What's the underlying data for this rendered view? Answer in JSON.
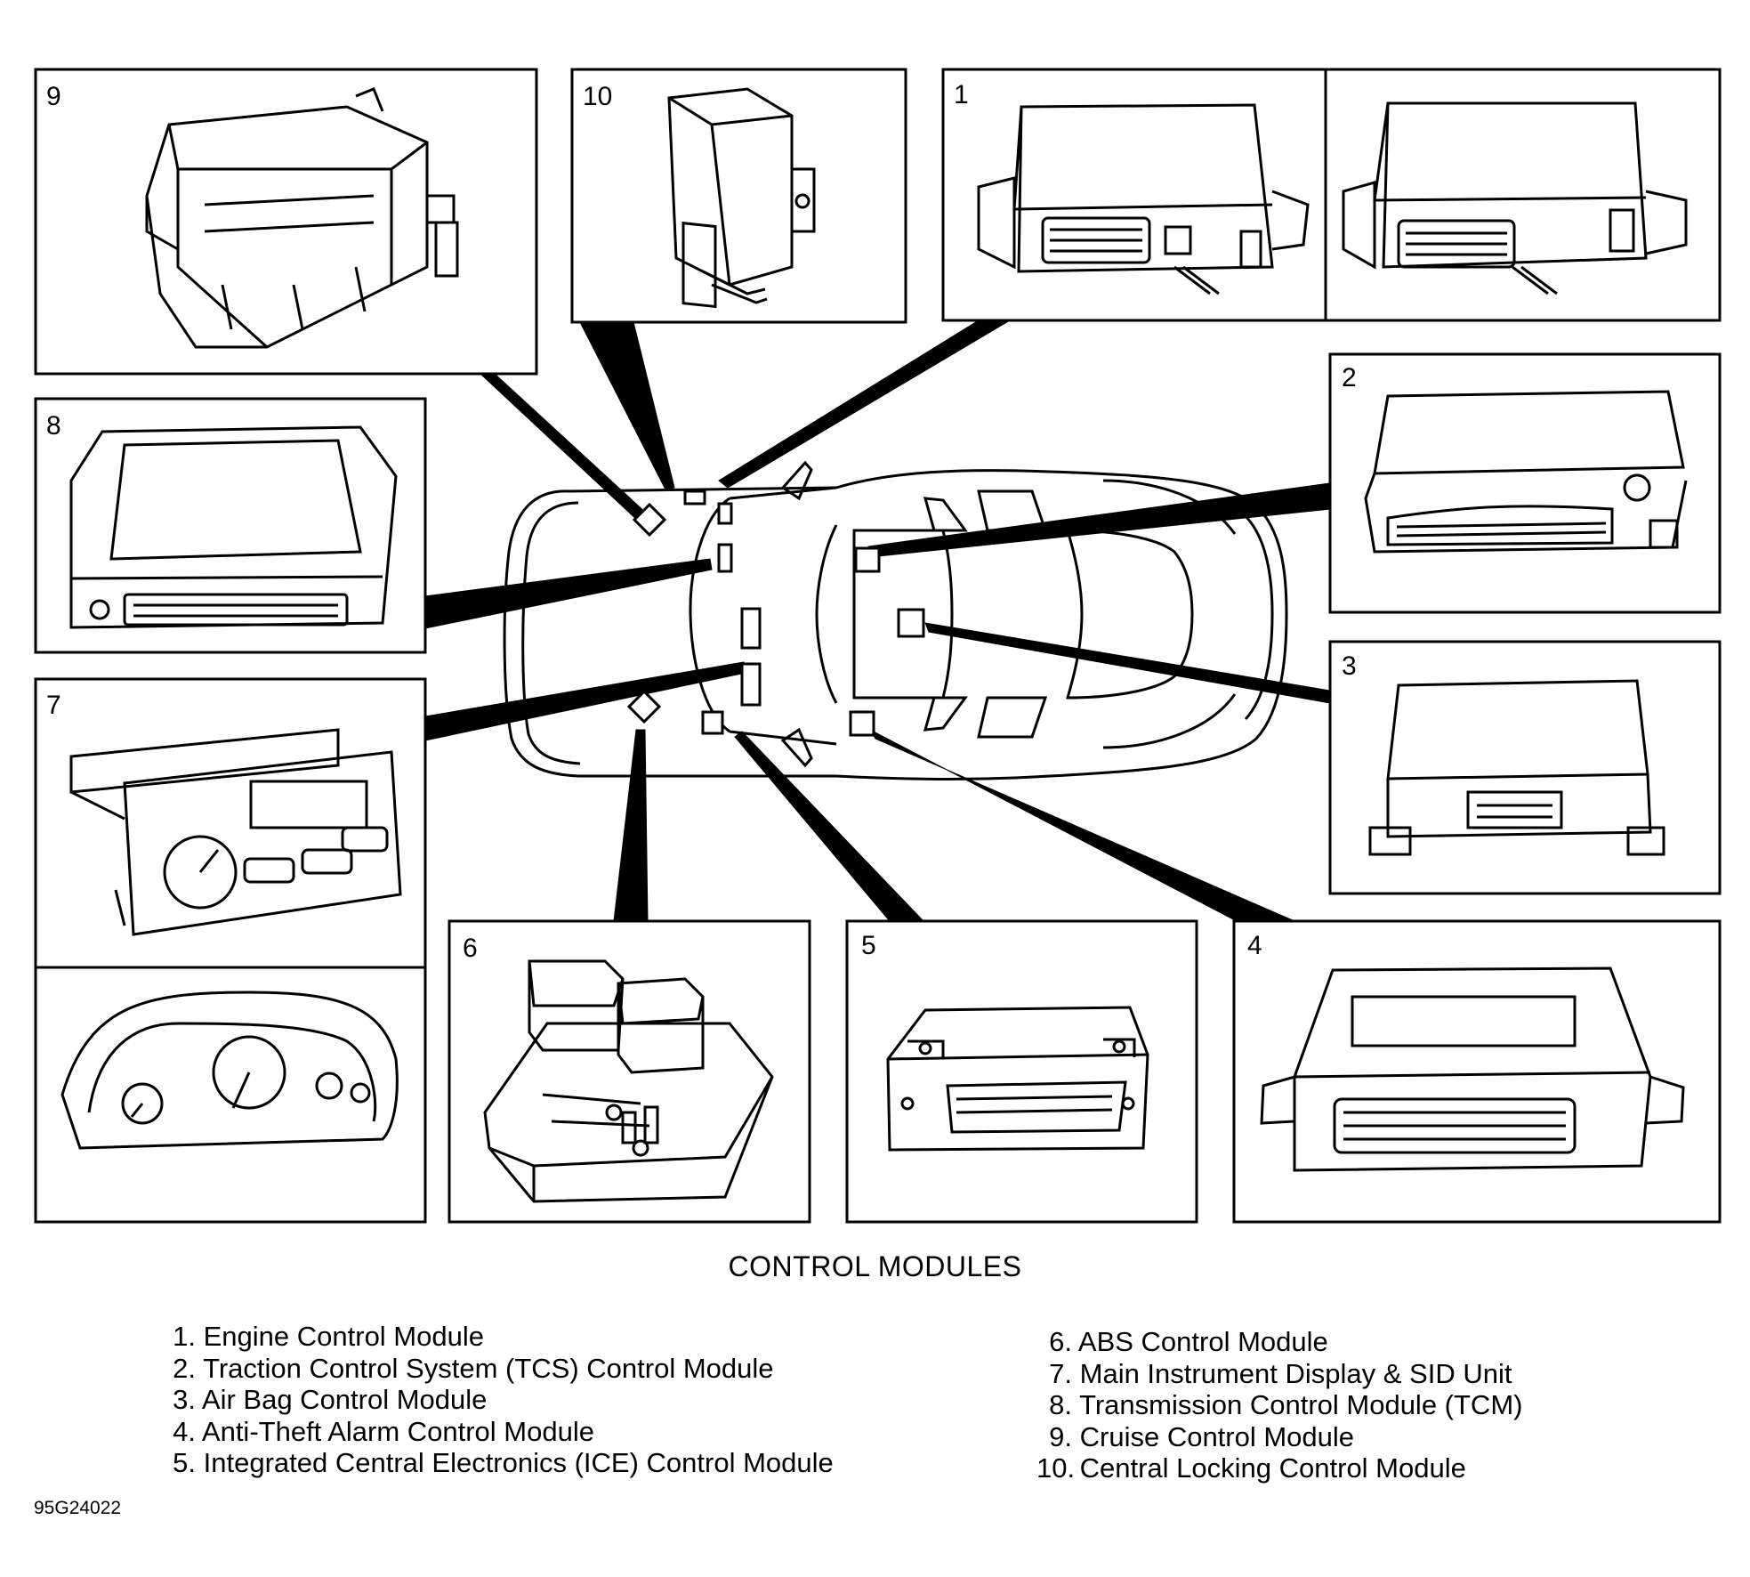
{
  "diagram": {
    "title": "CONTROL MODULES",
    "reference_id": "95G24022",
    "box_numbers": {
      "b1": "1",
      "b2": "2",
      "b3": "3",
      "b4": "4",
      "b5": "5",
      "b6": "6",
      "b7": "7",
      "b8": "8",
      "b9": "9",
      "b10": "10"
    },
    "legend": [
      {
        "num": "1.",
        "label": "Engine Control Module"
      },
      {
        "num": "2.",
        "label": "Traction Control System (TCS) Control Module"
      },
      {
        "num": "3.",
        "label": "Air Bag Control Module"
      },
      {
        "num": "4.",
        "label": "Anti-Theft Alarm Control Module"
      },
      {
        "num": "5.",
        "label": "Integrated Central Electronics (ICE) Control Module"
      },
      {
        "num": "6.",
        "label": "ABS Control Module"
      },
      {
        "num": "7.",
        "label": "Main Instrument Display & SID Unit"
      },
      {
        "num": "8.",
        "label": "Transmission Control Module (TCM)"
      },
      {
        "num": "9.",
        "label": "Cruise Control Module"
      },
      {
        "num": "10.",
        "label": "Central Locking Control Module"
      }
    ]
  }
}
